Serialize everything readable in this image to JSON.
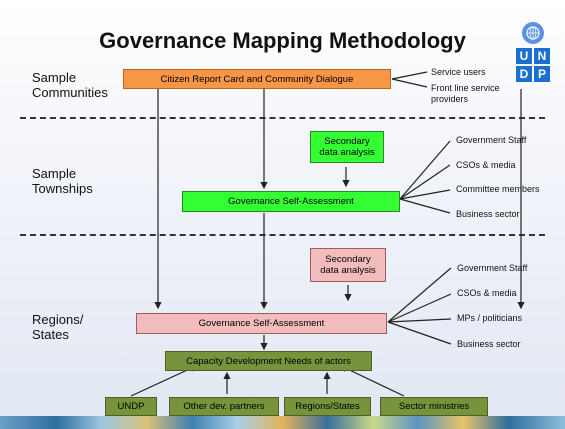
{
  "title": "Governance Mapping Methodology",
  "logo": {
    "letters": [
      "U",
      "N",
      "D",
      "P"
    ]
  },
  "sections": {
    "communities": "Sample\nCommunities",
    "townships": "Sample\nTownships",
    "regions": "Regions/\nStates"
  },
  "boxes": {
    "citizen_report": "Citizen Report Card and Community Dialogue",
    "secondary_1": "Secondary\ndata analysis",
    "gsa_township": "Governance Self-Assessment",
    "secondary_2": "Secondary\ndata analysis",
    "gsa_region": "Governance Self-Assessment",
    "capacity": "Capacity Development Needs of actors"
  },
  "bottom_actors": [
    "UNDP",
    "Other dev. partners",
    "Regions/States",
    "Sector ministries"
  ],
  "community_stakeholders": [
    "Service users",
    "Front line service\nproviders"
  ],
  "township_stakeholders": [
    "Government Staff",
    "CSOs & media",
    "Committee members",
    "Business sector"
  ],
  "region_stakeholders": [
    "Government Staff",
    "CSOs & media",
    "MPs / politicians",
    "Business sector"
  ],
  "colors": {
    "citizen_report": "#f79646",
    "self_assessment_township": "#33ff33",
    "self_assessment_region": "#f2bcbc",
    "capacity": "#77933c"
  }
}
